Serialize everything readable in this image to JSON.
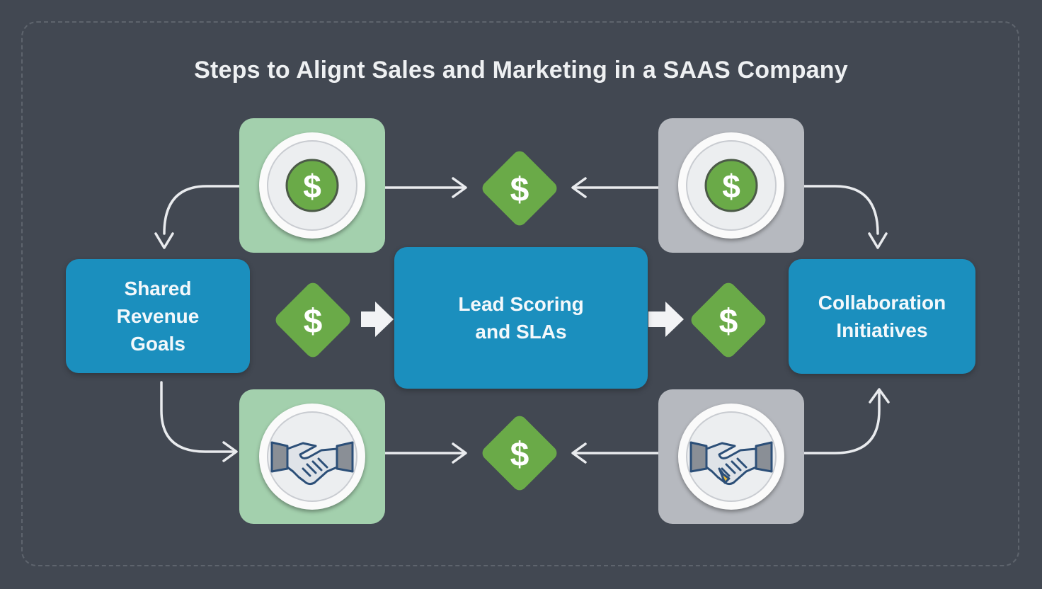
{
  "title": "Steps to Alignt Sales and Marketing in a SAAS Company",
  "boxes": {
    "left": {
      "line1": "Shared",
      "line2": "Revenue",
      "line3": "Goals"
    },
    "center": {
      "line1": "Lead Scoring",
      "line2": "and SLAs"
    },
    "right": {
      "line1": "Collaboration",
      "line2": "Initiatives"
    }
  },
  "symbols": {
    "dollar": "$"
  },
  "icons": {
    "top_left": "dollar-coin-icon",
    "top_right": "dollar-coin-icon",
    "bottom_left": "handshake-icon",
    "bottom_right": "handshake-icon",
    "diamonds": "dollar-diamond-icon"
  },
  "colors": {
    "background": "#424852",
    "box_blue": "#1b8fbe",
    "diamond_green": "#6aaa48",
    "tile_green": "#a3d0ad",
    "tile_gray": "#b6b9bf",
    "coin_green": "#6aaa48"
  }
}
